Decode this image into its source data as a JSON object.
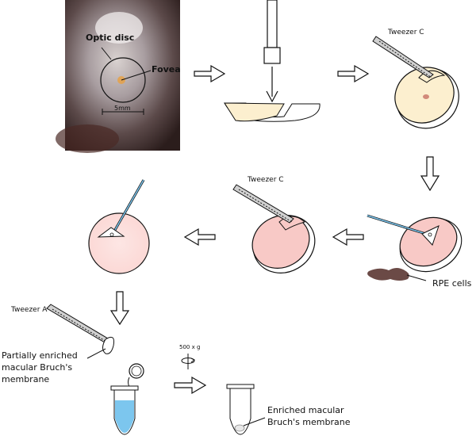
{
  "labels": {
    "optic_disc": "Optic disc",
    "fovea": "Fovea",
    "scale": "5mm",
    "tweezer_c_1": "Tweezer C",
    "tweezer_c_2": "Tweezer C",
    "tweezer_a": "Tweezer A",
    "rpe_cells": "RPE cells",
    "partially_enriched": [
      "Partially enriched",
      "macular Bruch's",
      "membrane"
    ],
    "centrifuge": "500 x g",
    "enriched": [
      "Enriched macular",
      "Bruch's membrane"
    ]
  },
  "colors": {
    "tissue_cream": "#fcefcf",
    "tissue_pink": "#f8c9c6",
    "tube_liquid": "#7cc6ee",
    "rpe_brown": "#6b4a46"
  }
}
